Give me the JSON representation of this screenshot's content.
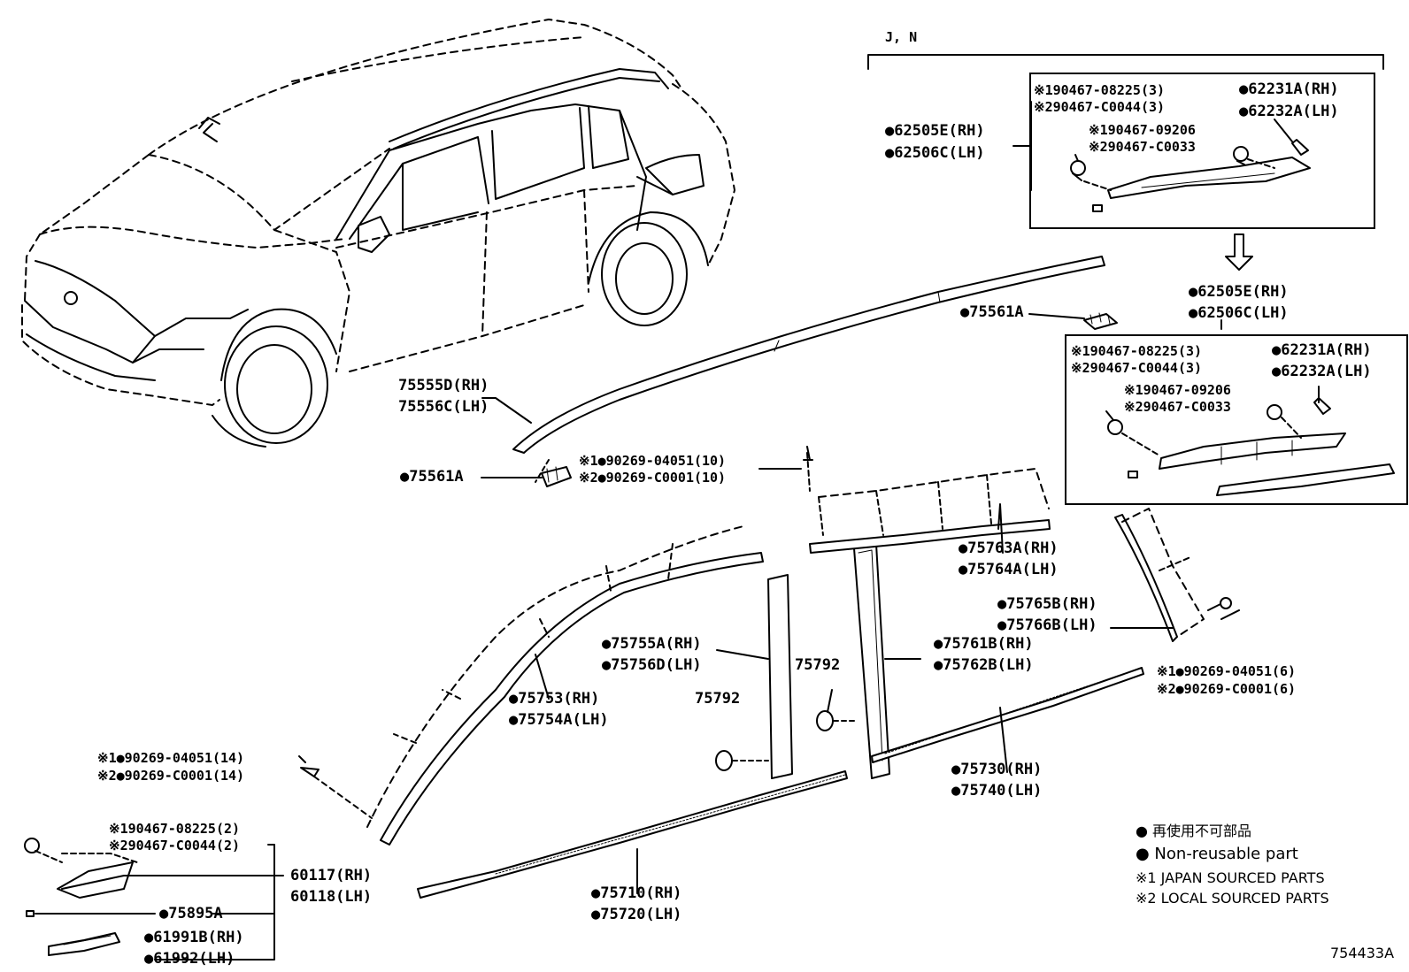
{
  "labels": {
    "jn": "J, N",
    "g62505e_top": "●62505E(RH)",
    "g62506c_top": "●62506C(LH)",
    "b1_c1": "※190467-08225(3)",
    "b1_c2": "※290467-C0044(3)",
    "b1_c3": "※190467-09206",
    "b1_c4": "※290467-C0033",
    "b1_p1": "●62231A(RH)",
    "b1_p2": "●62232A(LH)",
    "g62505e_mid": "●62505E(RH)",
    "g62506c_mid": "●62506C(LH)",
    "b2_c1": "※190467-08225(3)",
    "b2_c2": "※290467-C0044(3)",
    "b2_c3": "※190467-09206",
    "b2_c4": "※290467-C0033",
    "b2_p1": "●62231A(RH)",
    "b2_p2": "●62232A(LH)",
    "p75561a_right": "●75561A",
    "p75555d": "75555D(RH)",
    "p75556c": "75556C(LH)",
    "p75561a_left": "●75561A",
    "cl10_1": "※1●90269-04051(10)",
    "cl10_2": "※2●90269-C0001(10)",
    "p75763a": "●75763A(RH)",
    "p75764a": "●75764A(LH)",
    "p75765b": "●75765B(RH)",
    "p75766b": "●75766B(LH)",
    "p75755a": "●75755A(RH)",
    "p75756d": "●75756D(LH)",
    "p75792_a": "75792",
    "p75792_b": "75792",
    "p75761b": "●75761B(RH)",
    "p75762b": "●75762B(LH)",
    "cl6_1": "※1●90269-04051(6)",
    "cl6_2": "※2●90269-C0001(6)",
    "p75753": "●75753(RH)",
    "p75754a": "●75754A(LH)",
    "cl14_1": "※1●90269-04051(14)",
    "cl14_2": "※2●90269-C0001(14)",
    "p75730": "●75730(RH)",
    "p75740": "●75740(LH)",
    "c2_1": "※190467-08225(2)",
    "c2_2": "※290467-C0044(2)",
    "p60117": "60117(RH)",
    "p60118": "60118(LH)",
    "p75895a": "●75895A",
    "p61991b": "●61991B(RH)",
    "p61992": "●61992(LH)",
    "p75710": "●75710(RH)",
    "p75720": "●75720(LH)",
    "diagram_id": "754433A"
  },
  "legend": {
    "jp": "● 再使用不可部品",
    "en": "● Non-reusable part",
    "n1": "※1 JAPAN SOURCED PARTS",
    "n2": "※2 LOCAL SOURCED PARTS"
  }
}
